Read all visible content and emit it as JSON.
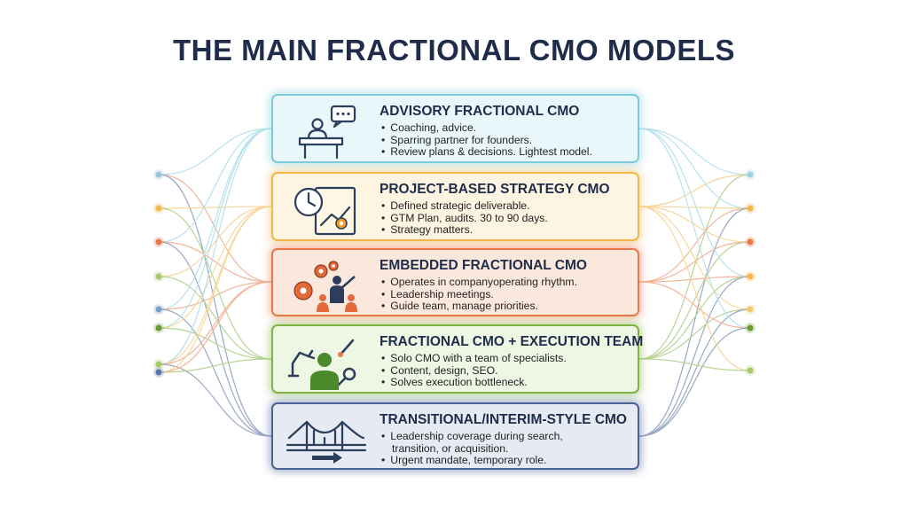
{
  "title": "THE MAIN FRACTIONAL CMO MODELS",
  "models": [
    {
      "title": "ADVISORY FRACTIONAL CMO",
      "icon": "advisor-desk-chat-icon",
      "color": "#7ccbdc",
      "fill": "#eaf7fa",
      "bullets": [
        "Coaching, advice.",
        "Sparring partner for founders.",
        "Review plans & decisions. Lightest model."
      ]
    },
    {
      "title": "PROJECT-BASED STRATEGY CMO",
      "icon": "clock-blueprint-icon",
      "color": "#f2b84b",
      "fill": "#fdf4e1",
      "bullets": [
        "Defined strategic deliverable.",
        "GTM Plan, audits. 30 to 90 days.",
        "Strategy matters."
      ]
    },
    {
      "title": "EMBEDDED FRACTIONAL CMO",
      "icon": "gears-team-icon",
      "color": "#e8784a",
      "fill": "#fbe8dc",
      "bullets": [
        "Operates in companyoperating rhythm.",
        "Leadership meetings.",
        "Guide team, manage priorities."
      ]
    },
    {
      "title": "FRACTIONAL CMO + EXECUTION TEAM",
      "icon": "specialist-tools-icon",
      "color": "#7fb342",
      "fill": "#eef6e4",
      "bullets": [
        "Solo CMO with a team of specialists.",
        "Content, design, SEO.",
        "Solves execution bottleneck."
      ]
    },
    {
      "title": "TRANSITIONAL/INTERIM-STYLE CMO",
      "icon": "bridge-transition-icon",
      "color": "#4a6396",
      "fill": "#e6ebf3",
      "bullets": [
        "Leadership coverage during search,",
        "transition, or acquisition.",
        "Urgent mandate, temporary role."
      ]
    }
  ]
}
